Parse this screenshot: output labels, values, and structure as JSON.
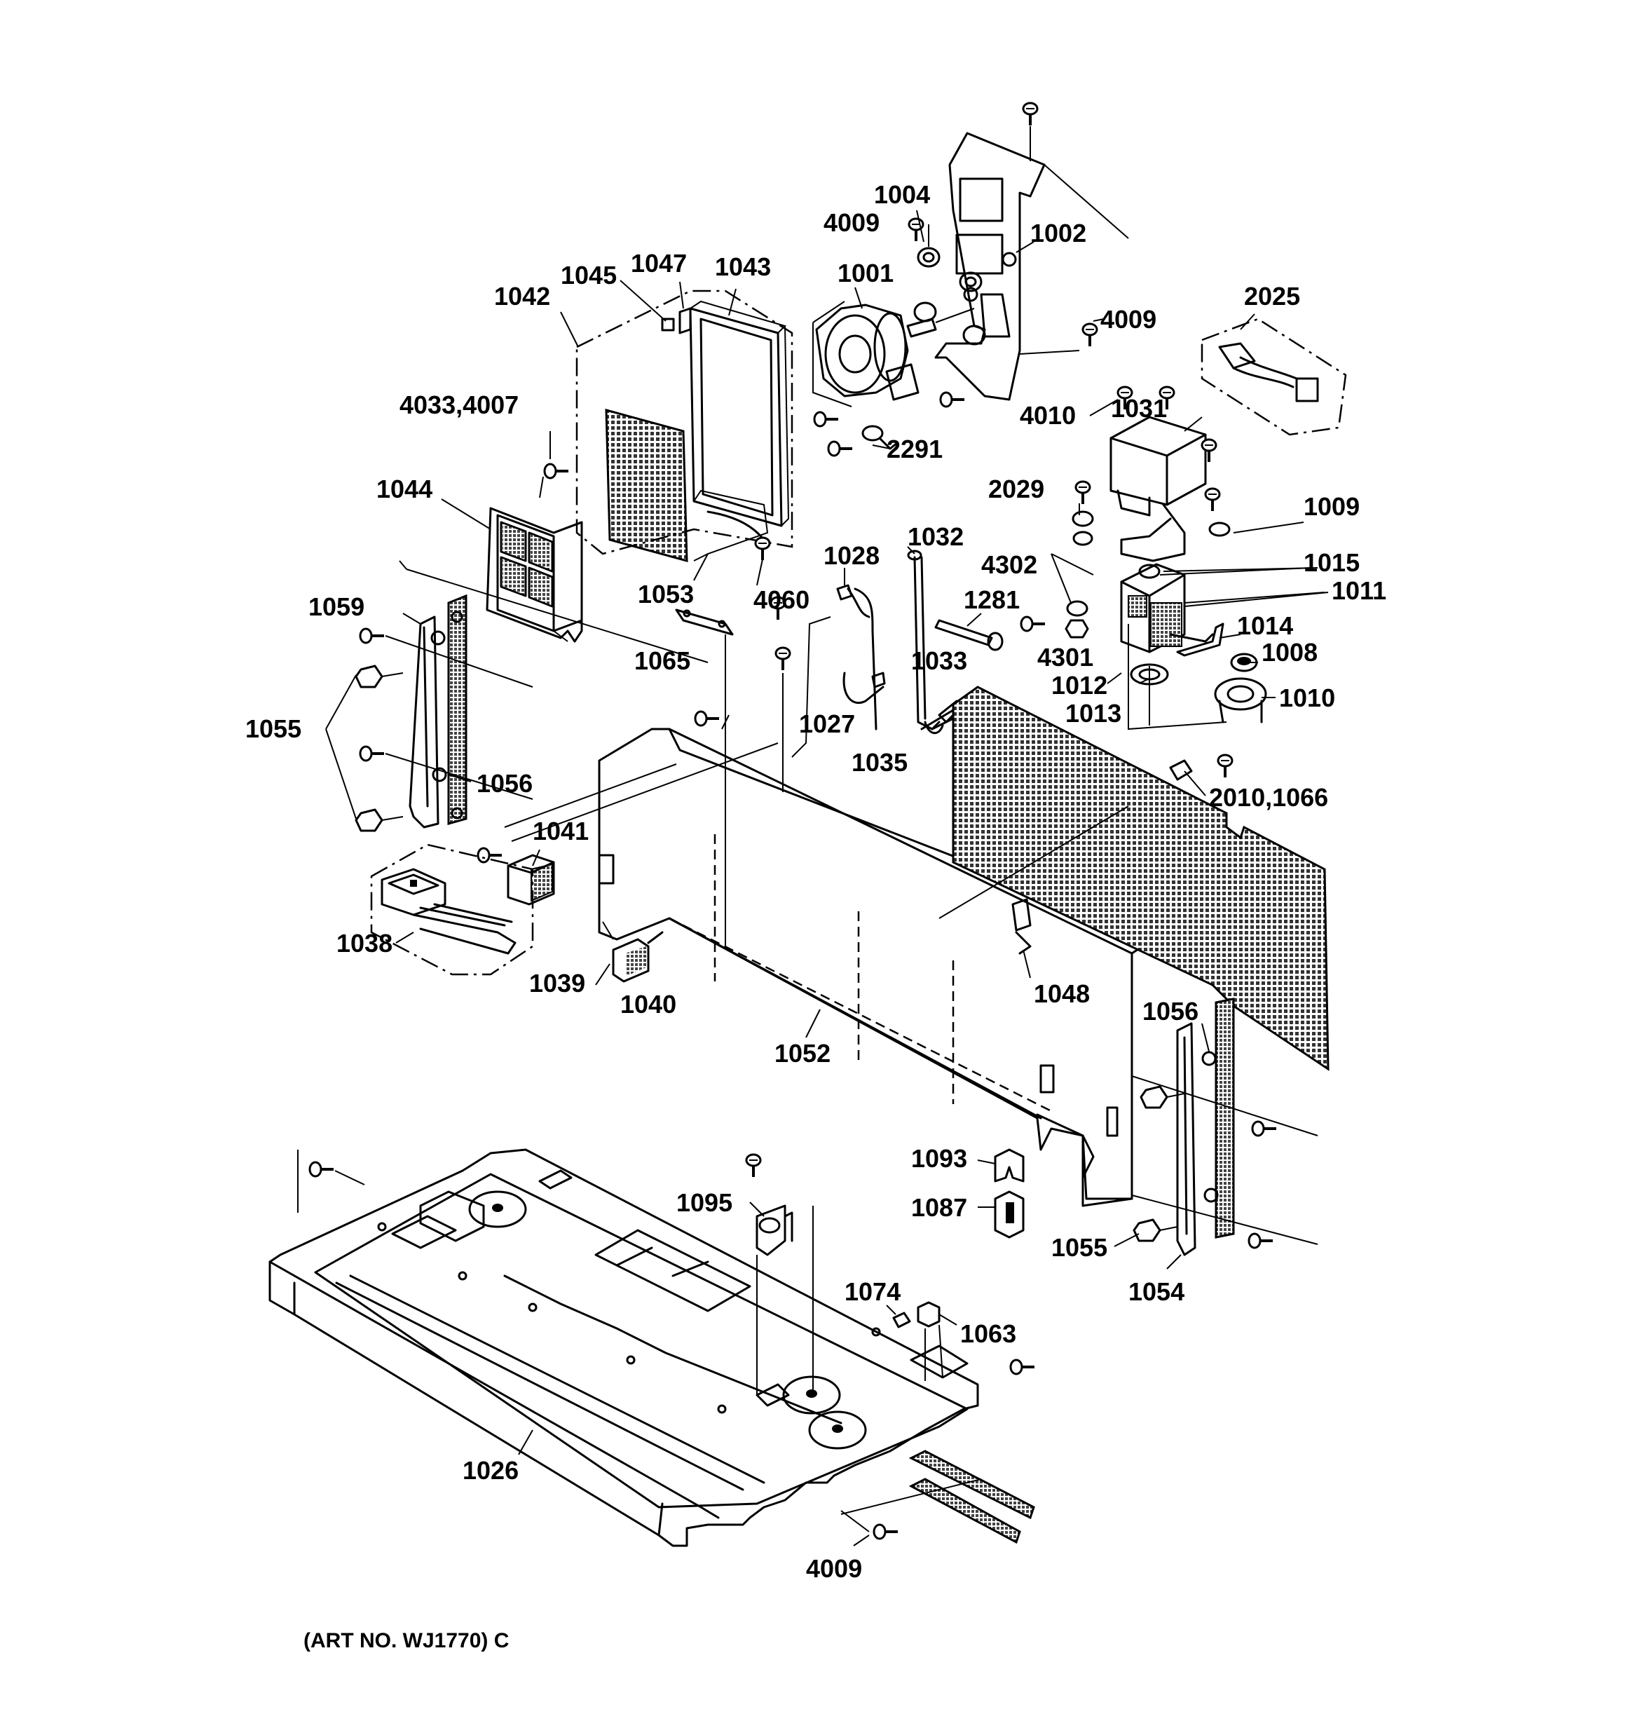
{
  "art_number": "(ART NO. WJ1770) C",
  "callouts": [
    {
      "id": "1001",
      "text": "1001"
    },
    {
      "id": "1002",
      "text": "1002"
    },
    {
      "id": "1004",
      "text": "1004"
    },
    {
      "id": "1008",
      "text": "1008"
    },
    {
      "id": "1009",
      "text": "1009"
    },
    {
      "id": "1010",
      "text": "1010"
    },
    {
      "id": "1011",
      "text": "1011"
    },
    {
      "id": "1012",
      "text": "1012"
    },
    {
      "id": "1013",
      "text": "1013"
    },
    {
      "id": "1014",
      "text": "1014"
    },
    {
      "id": "1015",
      "text": "1015"
    },
    {
      "id": "1026",
      "text": "1026"
    },
    {
      "id": "1027",
      "text": "1027"
    },
    {
      "id": "1028",
      "text": "1028"
    },
    {
      "id": "1031",
      "text": "1031"
    },
    {
      "id": "1032",
      "text": "1032"
    },
    {
      "id": "1033",
      "text": "1033"
    },
    {
      "id": "1035",
      "text": "1035"
    },
    {
      "id": "1038",
      "text": "1038"
    },
    {
      "id": "1039",
      "text": "1039"
    },
    {
      "id": "1040",
      "text": "1040"
    },
    {
      "id": "1041",
      "text": "1041"
    },
    {
      "id": "1042",
      "text": "1042"
    },
    {
      "id": "1043",
      "text": "1043"
    },
    {
      "id": "1044",
      "text": "1044"
    },
    {
      "id": "1045",
      "text": "1045"
    },
    {
      "id": "1047",
      "text": "1047"
    },
    {
      "id": "1048",
      "text": "1048"
    },
    {
      "id": "1052",
      "text": "1052"
    },
    {
      "id": "1053",
      "text": "1053"
    },
    {
      "id": "1054",
      "text": "1054"
    },
    {
      "id": "1055-left",
      "text": "1055"
    },
    {
      "id": "1055-right",
      "text": "1055"
    },
    {
      "id": "1056-left",
      "text": "1056"
    },
    {
      "id": "1056-right",
      "text": "1056"
    },
    {
      "id": "1059",
      "text": "1059"
    },
    {
      "id": "1063",
      "text": "1063"
    },
    {
      "id": "1065",
      "text": "1065"
    },
    {
      "id": "1074",
      "text": "1074"
    },
    {
      "id": "1087",
      "text": "1087"
    },
    {
      "id": "1093",
      "text": "1093"
    },
    {
      "id": "1095",
      "text": "1095"
    },
    {
      "id": "1281",
      "text": "1281"
    },
    {
      "id": "2010-1066",
      "text": "2010,1066"
    },
    {
      "id": "2025",
      "text": "2025"
    },
    {
      "id": "2029",
      "text": "2029"
    },
    {
      "id": "2291",
      "text": "2291"
    },
    {
      "id": "4009-top",
      "text": "4009"
    },
    {
      "id": "4009-right",
      "text": "4009"
    },
    {
      "id": "4009-bottom",
      "text": "4009"
    },
    {
      "id": "4010",
      "text": "4010"
    },
    {
      "id": "4033-4007",
      "text": "4033,4007"
    },
    {
      "id": "4060",
      "text": "4060"
    },
    {
      "id": "4301",
      "text": "4301"
    },
    {
      "id": "4302",
      "text": "4302"
    }
  ]
}
